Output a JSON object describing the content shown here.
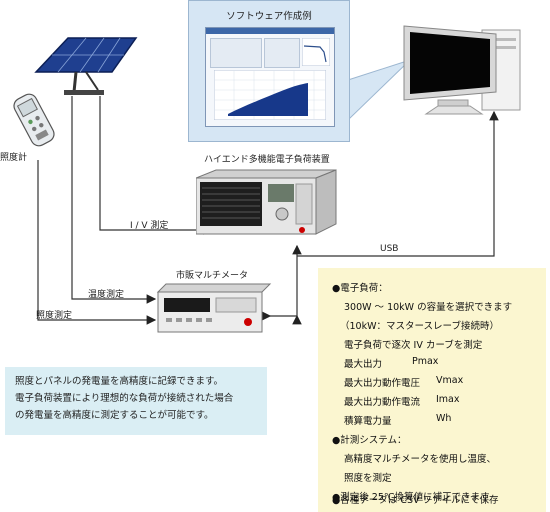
{
  "software": {
    "title": "ソフトウェア作成例"
  },
  "labels": {
    "illuminance_meter": "照度計",
    "load_device": "ハイエンド多機能電子負荷装置",
    "iv_measure": "I / V 測定",
    "usb": "USB",
    "multimeter": "市販マルチメータ",
    "temp_measure": "温度測定",
    "illum_measure": "照度測定"
  },
  "note": {
    "line1": "照度とパネルの発電量を高精度に記録できます。",
    "line2": "電子負荷装置により理想的な負荷が接続された場合",
    "line3": "の発電量を高精度に測定することが可能です。"
  },
  "spec": {
    "h1": "●電子負荷：",
    "l1": "300W ～ 10kW の容量を選択できます",
    "l2": "（10kW：マスタースレーブ接続時）",
    "l3": "電子負荷で逐次 IV カーブを測定",
    "r1": {
      "k": "最大出力",
      "v": "Pmax"
    },
    "r2": {
      "k": "最大出力動作電圧",
      "v": "Vmax"
    },
    "r3": {
      "k": "最大出力動作電流",
      "v": "Imax"
    },
    "r4": {
      "k": "積算電力量",
      "v": "Wh"
    },
    "h2": "●計測システム：",
    "l4": "高精度マルチメータを使用し温度、",
    "l5": "照度を測定",
    "h3": "●測定後 25℃換算値に補正できます",
    "h4": "●各種データは CSV ファイルにて保存"
  },
  "colors": {
    "line": "#333333",
    "note_bg": "#daeef4",
    "spec_bg": "#fbf6d0",
    "panel_bg": "#d6e6f4"
  }
}
